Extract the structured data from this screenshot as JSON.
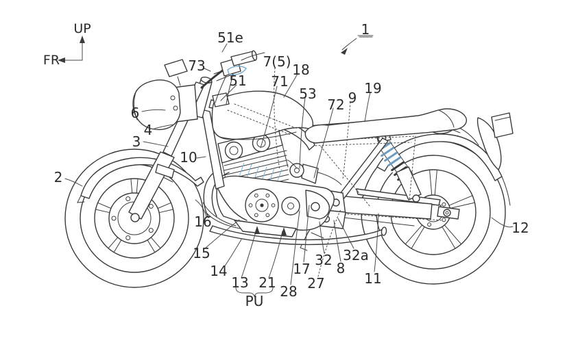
{
  "figure": {
    "type": "patent-line-drawing",
    "subject": "motorcycle-side-view",
    "figure_number": "1",
    "orientation": {
      "up": "UP",
      "front": "FR"
    },
    "group_annotation": {
      "label": "PU",
      "grouped_refs": [
        "13",
        "21"
      ]
    },
    "reference_labels": {
      "n51e": "51e",
      "n73": "73",
      "n7_5": "7(5)",
      "n51": "51",
      "n71": "71",
      "n18": "18",
      "n53": "53",
      "n72": "72",
      "n9": "9",
      "n19": "19",
      "n6": "6",
      "n4": "4",
      "n3": "3",
      "n2": "2",
      "n10": "10",
      "n16": "16",
      "n15": "15",
      "n14": "14",
      "n13": "13",
      "n21": "21",
      "n28": "28",
      "n17": "17",
      "n27": "27",
      "n32": "32",
      "n8": "8",
      "n32a": "32a",
      "n11": "11",
      "n12": "12"
    },
    "colors": {
      "ink": "#3a3a3a",
      "accent_blue": "#74a9cc",
      "background": "#ffffff"
    }
  }
}
